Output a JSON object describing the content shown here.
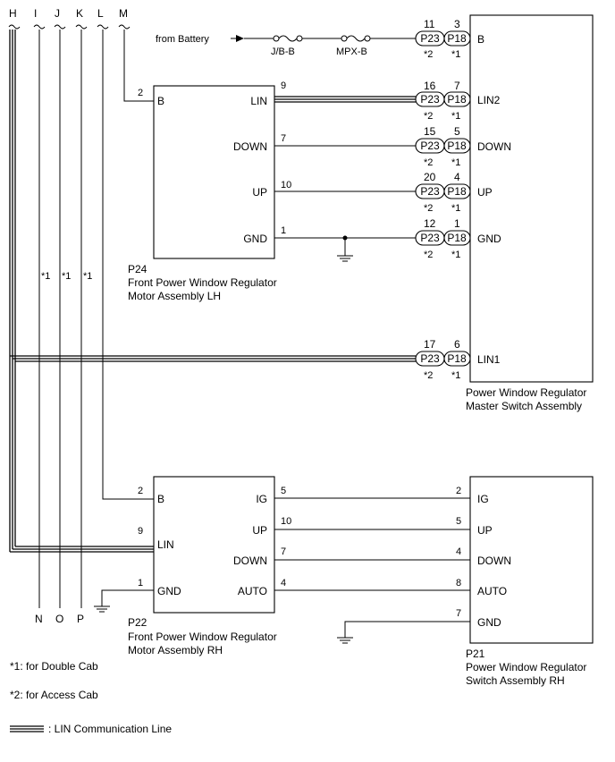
{
  "top_labels": [
    "H",
    "I",
    "J",
    "K",
    "L",
    "M"
  ],
  "bottom_labels": [
    "N",
    "O",
    "P"
  ],
  "side_notes": [
    "*1",
    "*1",
    "*1"
  ],
  "battery": {
    "text": "from Battery",
    "fuse1": "J/B-B",
    "fuse2": "MPX-B"
  },
  "connector_p23": "P23",
  "connector_p18": "P18",
  "pins": {
    "b_p23": "11",
    "b_p18": "3",
    "lin2_p23": "16",
    "lin2_p18": "7",
    "down_p23": "15",
    "down_p18": "5",
    "up_p23": "20",
    "up_p18": "4",
    "gnd_p23": "12",
    "gnd_p18": "1",
    "lin1_p23": "17",
    "lin1_p18": "6",
    "star2": "*2",
    "star1": "*1"
  },
  "master": {
    "name1": "Power Window Regulator",
    "name2": "Master Switch Assembly",
    "pins": [
      "B",
      "LIN2",
      "DOWN",
      "UP",
      "GND",
      "LIN1"
    ]
  },
  "p24": {
    "code": "P24",
    "name1": "Front Power Window Regulator",
    "name2": "Motor Assembly LH",
    "left_pin": "B",
    "left_num": "2",
    "right_pins": [
      "LIN",
      "DOWN",
      "UP",
      "GND"
    ],
    "right_nums": [
      "9",
      "7",
      "10",
      "1"
    ]
  },
  "p22": {
    "code": "P22",
    "name1": "Front Power Window Regulator",
    "name2": "Motor Assembly RH",
    "left_pins": [
      "B",
      "LIN",
      "GND"
    ],
    "left_nums": [
      "2",
      "9",
      "1"
    ],
    "right_pins": [
      "IG",
      "UP",
      "DOWN",
      "AUTO"
    ],
    "right_nums": [
      "5",
      "10",
      "7",
      "4"
    ]
  },
  "p21": {
    "code": "P21",
    "name1": "Power Window Regulator",
    "name2": "Switch Assembly RH",
    "pins": [
      "IG",
      "UP",
      "DOWN",
      "AUTO",
      "GND"
    ],
    "nums": [
      "2",
      "5",
      "4",
      "8",
      "7"
    ]
  },
  "legend": {
    "note1": "*1: for Double Cab",
    "note2": "*2: for Access Cab",
    "lin": ": LIN Communication Line"
  }
}
